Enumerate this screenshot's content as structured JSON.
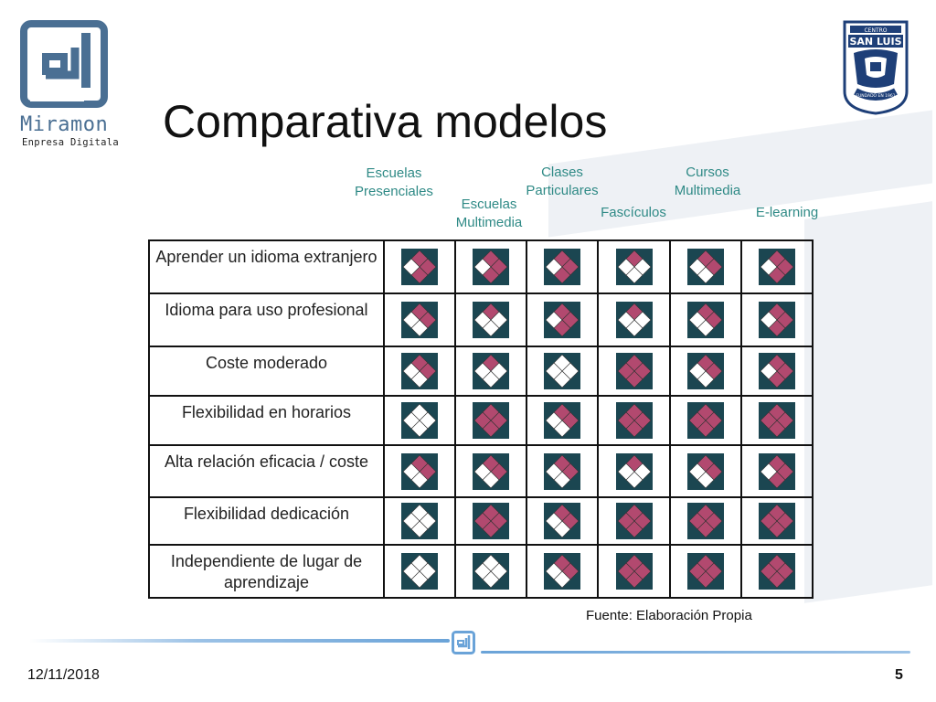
{
  "logo": {
    "name": "Miramon",
    "tagline": "Enpresa Digitala"
  },
  "title": "Comparativa modelos",
  "crest": {
    "top_text": "CENTRO",
    "main_text": "SAN LUIS",
    "bottom_text": "FUNDADO EN 1961"
  },
  "columns": [
    {
      "line1": "Escuelas",
      "line2": "Presenciales"
    },
    {
      "line1": "Escuelas",
      "line2": "Multimedia"
    },
    {
      "line1": "Clases",
      "line2": "Particulares"
    },
    {
      "line1": "Fascículos",
      "line2": ""
    },
    {
      "line1": "Cursos",
      "line2": "Multimedia"
    },
    {
      "line1": "E-learning",
      "line2": ""
    }
  ],
  "rows": [
    {
      "label": "Aprender un idioma extranjero",
      "levels": [
        3,
        3,
        3,
        1,
        2,
        3
      ]
    },
    {
      "label": "Idioma para uso profesional",
      "levels": [
        2,
        1,
        3,
        1,
        2,
        3
      ]
    },
    {
      "label": "Coste moderado",
      "levels": [
        2,
        1,
        0,
        4,
        2,
        3
      ]
    },
    {
      "label": "Flexibilidad en horarios",
      "levels": [
        0,
        4,
        2,
        4,
        4,
        4
      ]
    },
    {
      "label": "Alta relación eficacia / coste",
      "levels": [
        2,
        2,
        2,
        1,
        2,
        3
      ]
    },
    {
      "label": "Flexibilidad dedicación",
      "levels": [
        0,
        4,
        2,
        4,
        4,
        4
      ]
    },
    {
      "label": "Independiente de lugar de aprendizaje",
      "levels": [
        0,
        0,
        2,
        4,
        4,
        4
      ]
    }
  ],
  "source": "Fuente: Elaboración Propia",
  "footer": {
    "date": "12/11/2018",
    "page": "5"
  },
  "colors": {
    "filled": "#b2496f",
    "tile": "#1b4651",
    "empty": "#ffffff",
    "header": "#2f8a86",
    "logo": "#4a6f93"
  }
}
